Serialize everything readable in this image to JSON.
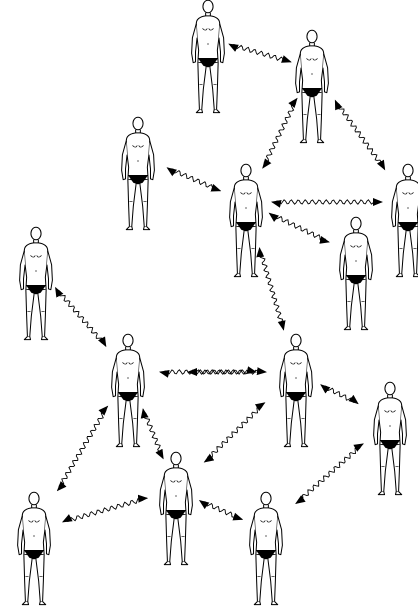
{
  "diagram": {
    "figure_count": 13,
    "connection_count": 17,
    "link_style": "double-headed wavy arrow",
    "colors": {
      "ink": "#000000",
      "fill": "#ffffff",
      "background": "#ffffff"
    }
  }
}
